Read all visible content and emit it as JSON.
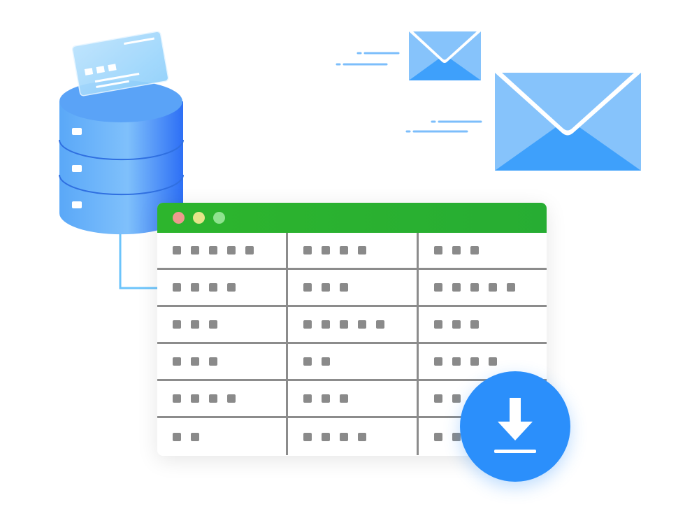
{
  "colors": {
    "titlebar": "#2db52d",
    "traffic_lights": [
      "#ee9a8e",
      "#e6e48a",
      "#8fe38f"
    ],
    "dot": "#8a8a8a",
    "download_button": "#2b8ffb",
    "database": "#3b8cf5",
    "envelope_light": "#86c3fb",
    "envelope_dark": "#3ea0fb"
  },
  "table": {
    "rows": [
      [
        5,
        4,
        3
      ],
      [
        4,
        3,
        5
      ],
      [
        3,
        5,
        3
      ],
      [
        3,
        2,
        4
      ],
      [
        4,
        3,
        2
      ],
      [
        2,
        4,
        2
      ]
    ]
  },
  "icons": {
    "database": "database-icon",
    "card": "card-icon",
    "mail": "envelope-icon",
    "download": "download-icon"
  }
}
